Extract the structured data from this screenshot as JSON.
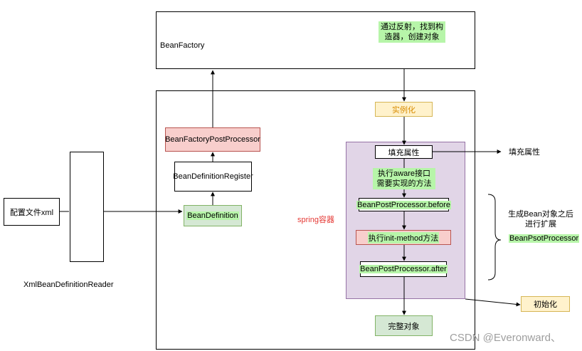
{
  "nodes": {
    "bean_factory": "BeanFactory",
    "reflection_note": "通过反射，找到构造器，创建对象",
    "instantiate": "实例化",
    "populate": "填充属性",
    "populate_side": "填充属性",
    "aware_note": "执行aware接口需要实现的方法",
    "bpp_before": "BeanPostProcessor.before",
    "init_method": "执行init-method方法",
    "bpp_after": "BeanPostProcessor.after",
    "complete": "完整对象",
    "initialize": "初始化",
    "bfpp": "BeanFactoryPostProcessor",
    "bd_register": "BeanDefinitionRegister",
    "bean_definition": "BeanDefinition",
    "config_xml": "配置文件xml",
    "reader": "XmlBeanDefinitionReader",
    "spring_container": "spring容器",
    "extend_note": "生成Bean对象之后进行扩展",
    "bpsot": "BeanPsotProcessor"
  },
  "watermark": "CSDN @Everonward、",
  "colors": {
    "green": "#b7f5a9",
    "yellow": "#fff2cc",
    "yellow_border": "#d6b656",
    "red": "#f8cecc",
    "red_border": "#b85450",
    "purple": "#e1d5e7",
    "purple_border": "#9673a6",
    "light_green": "#d5e8d4",
    "green_border": "#82b366",
    "spring_red": "#e53935"
  }
}
